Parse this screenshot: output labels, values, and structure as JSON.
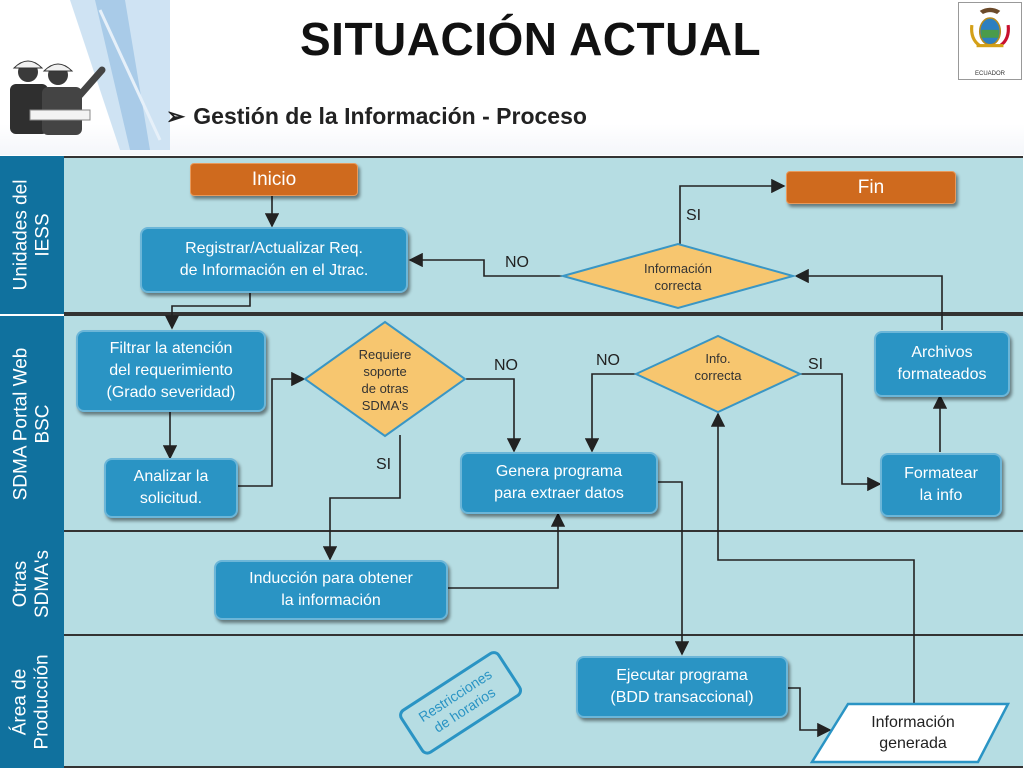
{
  "header": {
    "title": "SITUACIÓN ACTUAL",
    "subtitle": "Gestión de la Información - Proceso",
    "seal_text": "ECUADOR"
  },
  "lanes": {
    "iess": [
      "Unidades del",
      "IESS"
    ],
    "sdma": [
      "SDMA Portal Web",
      "BSC"
    ],
    "otras": [
      "Otras",
      "SDMA's"
    ],
    "prod": [
      "Área de",
      "Producción"
    ]
  },
  "nodes": {
    "inicio": "Inicio",
    "fin": "Fin",
    "registrar": [
      "Registrar/Actualizar Req.",
      "de Información en el Jtrac."
    ],
    "info_correcta_top": [
      "Información",
      "correcta"
    ],
    "filtrar": [
      "Filtrar la atención",
      "del requerimiento",
      "(Grado severidad)"
    ],
    "analizar": [
      "Analizar la",
      "solicitud."
    ],
    "requiere": [
      "Requiere",
      "soporte",
      "de otras",
      "SDMA's"
    ],
    "genera": [
      "Genera programa",
      "para extraer datos"
    ],
    "info_correcta_mid": [
      "Info.",
      "correcta"
    ],
    "archivos": [
      "Archivos",
      "formateados"
    ],
    "formatear": [
      "Formatear",
      "la info"
    ],
    "induccion": [
      "Inducción para obtener",
      "la información"
    ],
    "ejecutar": [
      "Ejecutar programa",
      "(BDD transaccional)"
    ],
    "restricciones": [
      "Restricciones",
      "de horarios"
    ],
    "generada": [
      "Información",
      "generada"
    ]
  },
  "labels": {
    "si_top": "SI",
    "no_top": "NO",
    "no_left": "NO",
    "no_right": "NO",
    "si_right": "SI",
    "si_bottom": "SI"
  },
  "colors": {
    "lane_label": "#10719e",
    "lane_bg": "#b6dde3",
    "process": "#2a94c4",
    "terminal": "#cf6a1e",
    "decision": "#f7c66f"
  }
}
